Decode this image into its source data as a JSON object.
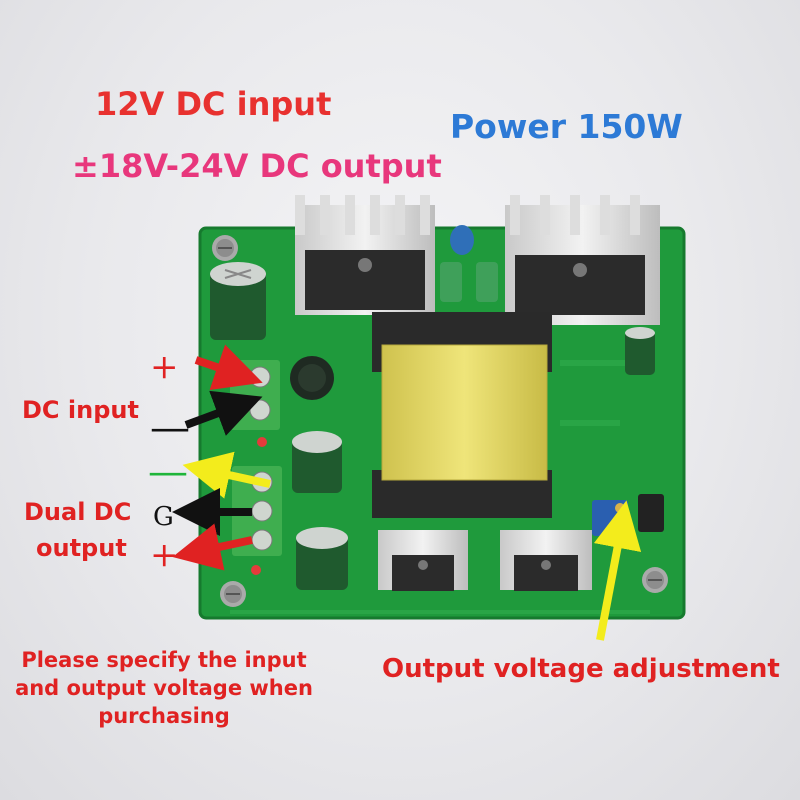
{
  "captions": {
    "input": "12V DC input",
    "output": "±18V-24V DC output",
    "power": "Power 150W",
    "dc_input_label": "DC input",
    "dual_dc": "Dual DC",
    "output_word": "output",
    "note": "Please specify the input and output voltage when purchasing",
    "adjust": "Output voltage adjustment"
  },
  "terminals": {
    "input_plus": "+",
    "input_minus": "—",
    "out_minus": "—",
    "out_ground": "G",
    "out_plus": "+"
  },
  "colors": {
    "red": "#e02222",
    "pink": "#e8377c",
    "blue": "#2d7ad6",
    "pcb_green": "#1f9a3c",
    "arrow_green": "#3ab54a",
    "arrow_yellow": "#f3ec1c"
  }
}
